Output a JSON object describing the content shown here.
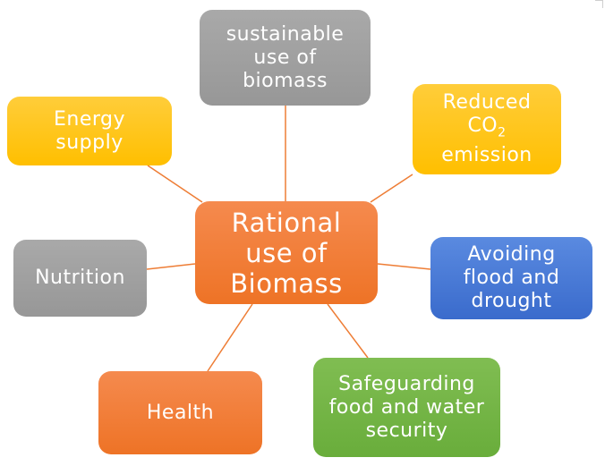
{
  "center": {
    "label": "Rational\nuse of\nBiomass"
  },
  "nodes": {
    "sustainable": "sustainable\nuse of\nbiomass",
    "energy": "Energy\nsupply",
    "co2_top": "Reduced",
    "co2_main": "CO",
    "co2_sub": "2",
    "co2_bottom": "emission",
    "nutrition": "Nutrition",
    "flood": "Avoiding\nflood and\ndrought",
    "health": "Health",
    "food": "Safeguarding\nfood and water\nsecurity"
  },
  "colors": {
    "connector": "#ee7d35",
    "grey": "#a3a3a3",
    "yellow": "#ffc30f",
    "orange": "#f07d3b",
    "blue": "#4a7bd6",
    "green": "#74b547"
  }
}
